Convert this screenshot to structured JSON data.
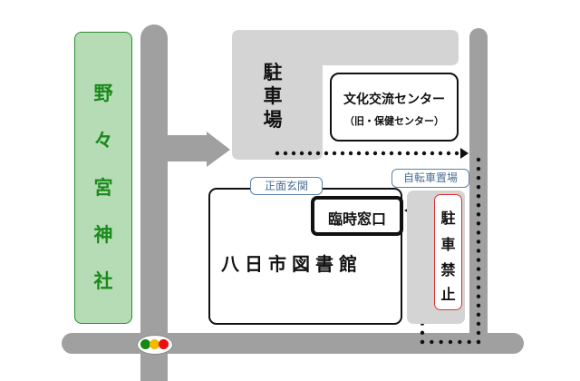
{
  "map": {
    "shrine": {
      "label_chars": [
        "野",
        "々",
        "宮",
        "神",
        "社"
      ],
      "color": "#1a8a1a",
      "fill": "#b6dcb6"
    },
    "parking": {
      "label_chars": [
        "駐",
        "車",
        "場"
      ]
    },
    "culture_center": {
      "title": "文化交流センター",
      "subtitle": "（旧・保健センター）"
    },
    "library": {
      "name": "八日市図書館"
    },
    "temporary_window": {
      "label": "臨時窓口"
    },
    "main_entrance": {
      "label": "正面玄関"
    },
    "bicycle_parking": {
      "label": "自転車置場"
    },
    "no_parking": {
      "label_chars": [
        "駐",
        "車",
        "禁",
        "止"
      ],
      "border_color": "#e03030"
    },
    "traffic_signal": {
      "lights": [
        "#138a13",
        "#f5b800",
        "#e81010"
      ]
    },
    "colors": {
      "road": "#a0a0a0",
      "lot": "#d4d4d4",
      "tag_text": "#4a6f96"
    }
  }
}
